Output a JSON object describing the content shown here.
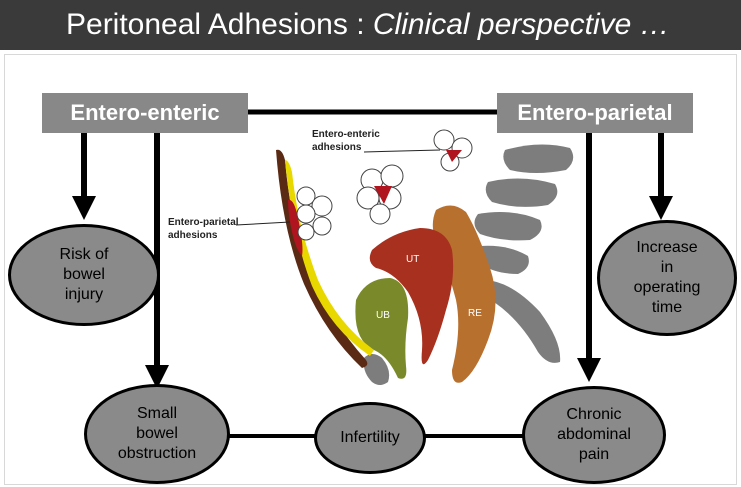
{
  "title": {
    "main": "Peritoneal Adhesions : ",
    "italic": "Clinical perspective …"
  },
  "boxes": {
    "entero_enteric": "Entero-enteric",
    "entero_parietal": "Entero-parietal"
  },
  "outcomes": {
    "risk_bowel_injury": [
      "Risk of",
      "bowel",
      "injury"
    ],
    "small_bowel_obstruction": [
      "Small",
      "bowel",
      "obstruction"
    ],
    "infertility": [
      "Infertility"
    ],
    "chronic_abdominal_pain": [
      "Chronic",
      "abdominal",
      "pain"
    ],
    "increase_operating_time": [
      "Increase",
      "in",
      "operating",
      "time"
    ]
  },
  "illustration": {
    "label_enteric": [
      "Entero-enteric",
      "adhesions"
    ],
    "label_parietal": [
      "Entero-parietal",
      "adhesions"
    ],
    "organs": {
      "ut": "UT",
      "ub": "UB",
      "re": "RE"
    }
  },
  "colors": {
    "title_bg": "#3a3a3a",
    "box_bg": "#888888",
    "oval_bg": "#8a8a8a",
    "uterus": "#a8301f",
    "bladder": "#7a8a2a",
    "rectum": "#b8702f",
    "spine": "#7d7d7d",
    "abdominal_wall": "#5a2a14",
    "adhesion_band": "#e8d800",
    "adhesion_red": "#b0141e"
  }
}
